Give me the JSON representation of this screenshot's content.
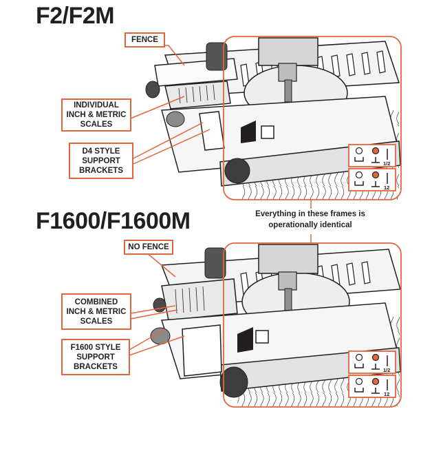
{
  "titles": {
    "top": "F2/F2M",
    "bottom": "F1600/F1600M"
  },
  "callouts": {
    "fence": "FENCE",
    "individual_scales": "INDIVIDUAL\nINCH & METRIC\nSCALES",
    "d4_brackets": "D4 STYLE\nSUPPORT\nBRACKETS",
    "no_fence": "NO FENCE",
    "combined_scales": "COMBINED\nINCH & METRIC\nSCALES",
    "f1600_brackets": "F1600 STYLE\nSUPPORT\nBRACKETS"
  },
  "note": "Everything in these frames is\noperationally identical",
  "scale_labels": {
    "top_a": "1/2",
    "top_b": "12",
    "bottom_a": "1/2",
    "bottom_b": "12"
  },
  "colors": {
    "accent": "#e0663c",
    "ink": "#231f20",
    "metal": "#9a9a9a"
  }
}
